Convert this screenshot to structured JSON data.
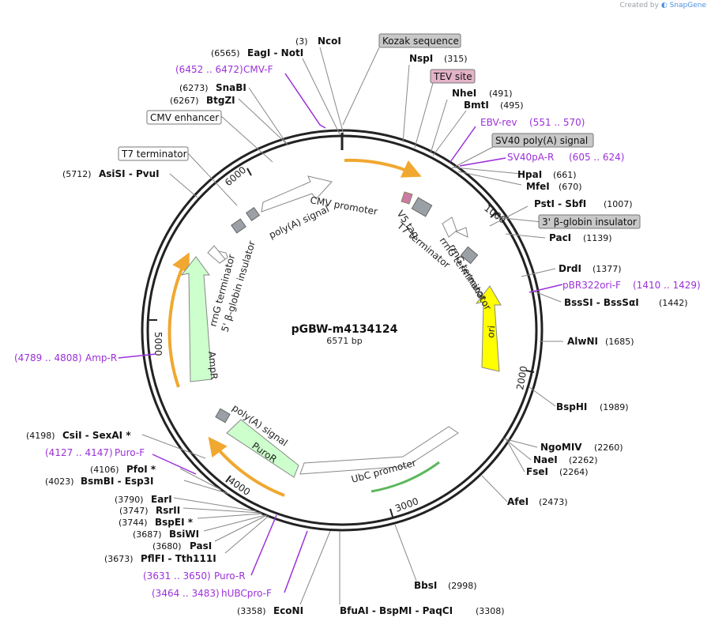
{
  "credit": "Created by",
  "credit_brand": "SnapGene",
  "plasmid": {
    "name": "pGBW-m4134124",
    "length_label": "6571 bp",
    "length": 6571
  },
  "colors": {
    "primer": "#9b30d9",
    "ori": "#ffff00",
    "resistance": "#ccffcc",
    "promoter": "#ffffff",
    "orf": "#f0a830",
    "tev": "#cc7aa8",
    "tag": "#cc7aa8"
  },
  "ticks": [
    "1000",
    "2000",
    "3000",
    "4000",
    "5000",
    "6000"
  ],
  "sites": [
    {
      "pos": "(3)",
      "name": "NcoI"
    },
    {
      "pos": "(315)",
      "name": "NspI"
    },
    {
      "pos": "(491)",
      "name": "NheI"
    },
    {
      "pos": "(495)",
      "name": "BmtI"
    },
    {
      "pos": "(661)",
      "name": "HpaI"
    },
    {
      "pos": "(670)",
      "name": "MfeI"
    },
    {
      "pos": "(1007)",
      "name": "PstI - SbfI"
    },
    {
      "pos": "(1139)",
      "name": "PacI"
    },
    {
      "pos": "(1377)",
      "name": "DrdI"
    },
    {
      "pos": "(1442)",
      "name": "BssSI - BssSαI"
    },
    {
      "pos": "(1685)",
      "name": "AlwNI"
    },
    {
      "pos": "(1989)",
      "name": "BspHI"
    },
    {
      "pos": "(2260)",
      "name": "NgoMIV"
    },
    {
      "pos": "(2262)",
      "name": "NaeI"
    },
    {
      "pos": "(2264)",
      "name": "FseI"
    },
    {
      "pos": "(2473)",
      "name": "AfeI"
    },
    {
      "pos": "(2998)",
      "name": "BbsI"
    },
    {
      "pos": "(3308)",
      "name": "BfuAI - BspMI - PaqCI"
    },
    {
      "pos": "(3358)",
      "name": "EcoNI"
    },
    {
      "pos": "(3673)",
      "name": "PflFI - Tth111I"
    },
    {
      "pos": "(3680)",
      "name": "PasI"
    },
    {
      "pos": "(3687)",
      "name": "BsiWI"
    },
    {
      "pos": "(3744)",
      "name": "BspEI *"
    },
    {
      "pos": "(3747)",
      "name": "RsrII"
    },
    {
      "pos": "(3790)",
      "name": "EarI"
    },
    {
      "pos": "(4023)",
      "name": "BsmBI - Esp3I"
    },
    {
      "pos": "(4106)",
      "name": "PfoI *"
    },
    {
      "pos": "(4198)",
      "name": "CsiI - SexAI *"
    },
    {
      "pos": "(5712)",
      "name": "AsiSI - PvuI"
    },
    {
      "pos": "(6267)",
      "name": "BtgZI"
    },
    {
      "pos": "(6273)",
      "name": "SnaBI"
    },
    {
      "pos": "(6565)",
      "name": "EagI - NotI"
    }
  ],
  "primers": [
    {
      "range": "(6452 .. 6472)",
      "name": "CMV-F"
    },
    {
      "range": "(551 .. 570)",
      "name": "EBV-rev"
    },
    {
      "range": "(605 .. 624)",
      "name": "SV40pA-R"
    },
    {
      "range": "(1410 .. 1429)",
      "name": "pBR322ori-F"
    },
    {
      "range": "(4789 .. 4808)",
      "name": "Amp-R"
    },
    {
      "range": "(4127 .. 4147)",
      "name": "Puro-F"
    },
    {
      "range": "(3631 .. 3650)",
      "name": "Puro-R"
    },
    {
      "range": "(3464 .. 3483)",
      "name": "hUBCpro-F"
    }
  ],
  "boxed_labels": [
    "Kozak sequence",
    "TEV site",
    "SV40 poly(A) signal",
    "3' β-globin insulator",
    "CMV enhancer",
    "T7 terminator"
  ],
  "feature_labels": [
    "CMV promoter",
    "poly(A) signal",
    "V5 tag",
    "T7 terminator",
    "rrnG terminator",
    "rrnG terminator",
    "ori",
    "rrnG terminator",
    "5' β-globin insulator",
    "AmpR",
    "poly(A) signal",
    "PuroR",
    "UbC promoter"
  ]
}
